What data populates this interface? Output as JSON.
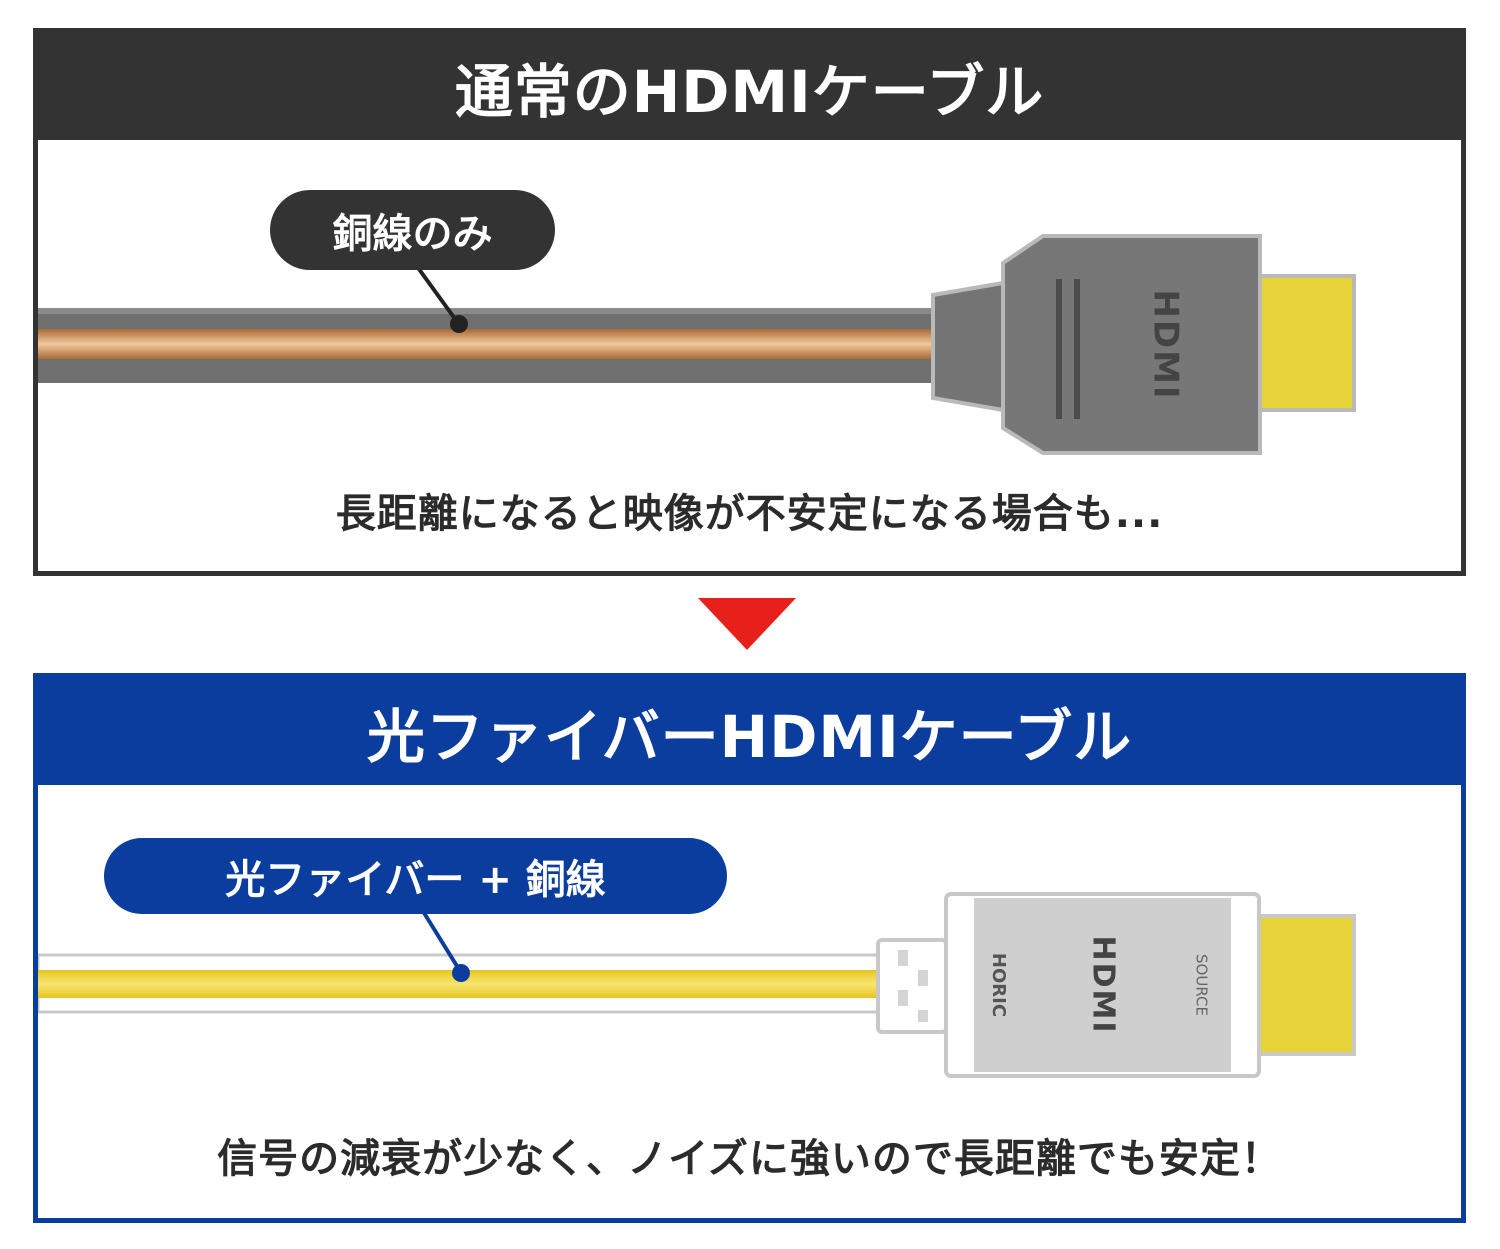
{
  "top": {
    "title": "通常のHDMIケーブル",
    "label": "銅線のみ",
    "caption": "長距離になると映像が不安定になる場合も...",
    "connector_logo": "HDMI"
  },
  "bottom": {
    "title": "光ファイバーHDMIケーブル",
    "label": "光ファイバー + 銅線",
    "caption": "信号の減衰が少なく、ノイズに強いので長距離でも安定！",
    "connector_logo": "HDMI",
    "connector_left": "HORIC",
    "connector_right": "SOURCE"
  },
  "colors": {
    "dark": "#333333",
    "navy": "#0b3d9e",
    "arrow": "#e8201b",
    "gold_plug": "#e6d33a",
    "copper": "#d99a5c",
    "fiber_yellow": "#f0d42a"
  }
}
